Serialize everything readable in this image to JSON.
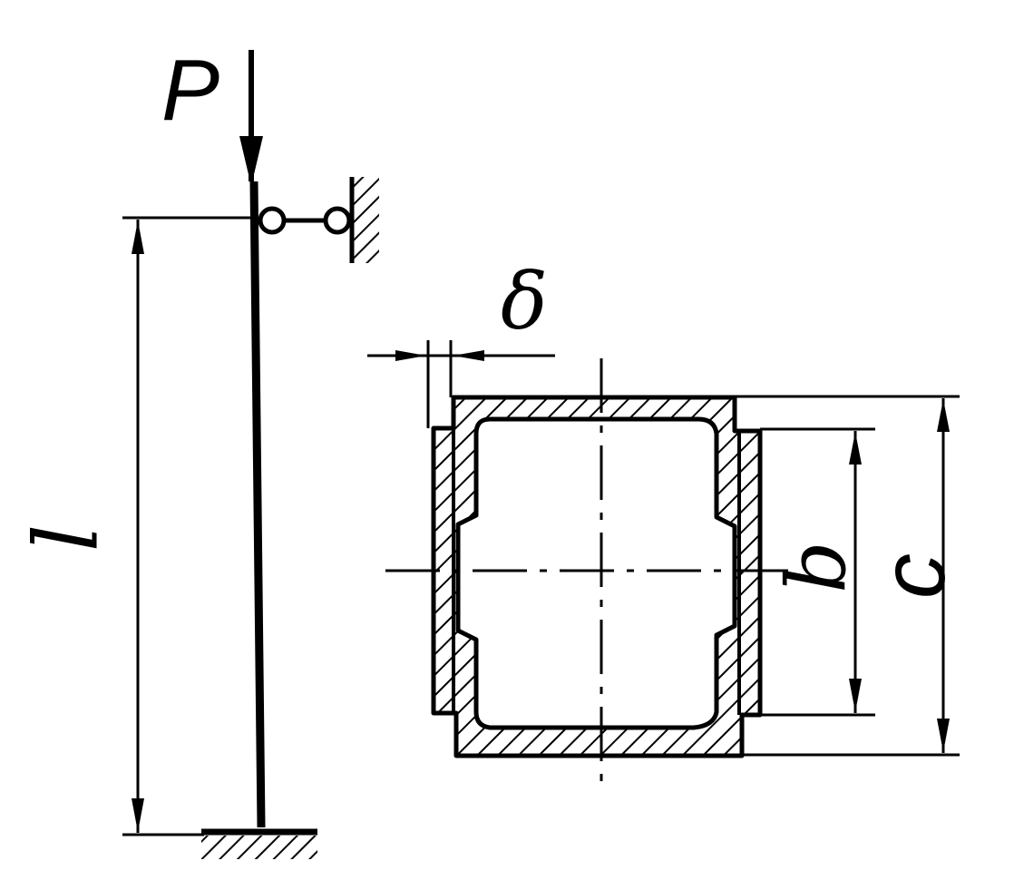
{
  "labels": {
    "force": "P",
    "length": "l",
    "thickness": "δ",
    "inner_height": "b",
    "outer_height": "c"
  }
}
